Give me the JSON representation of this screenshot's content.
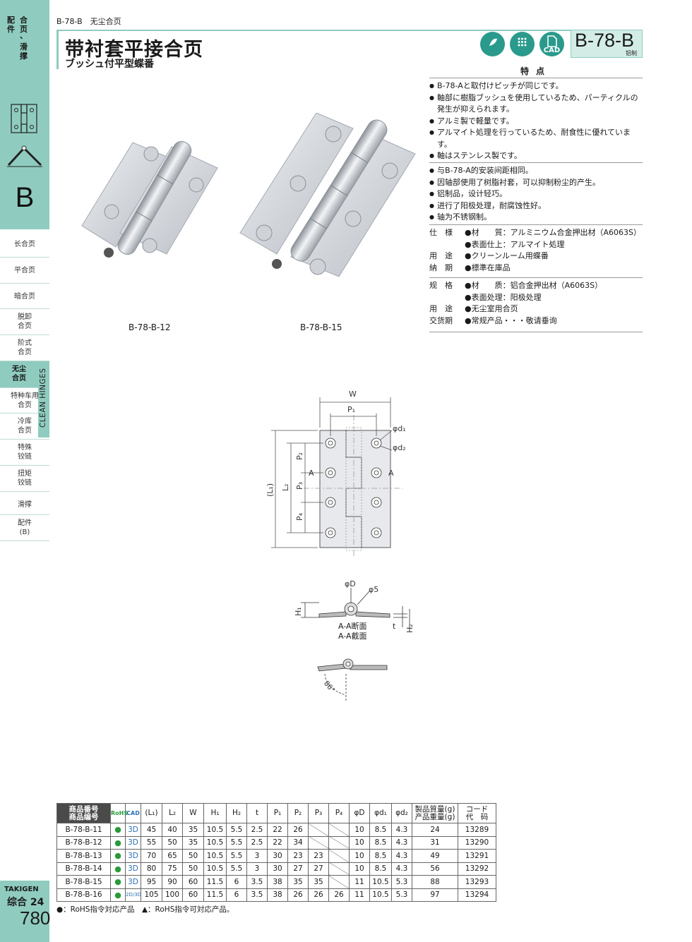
{
  "sidebar": {
    "category": [
      "配",
      "件",
      "合",
      "页",
      "、",
      "滑",
      "撑"
    ],
    "letter": "B",
    "items": [
      {
        "label": "长合页",
        "active": false
      },
      {
        "label": "平合页",
        "active": false
      },
      {
        "label": "暗合页",
        "active": false
      },
      {
        "label": "脱卸\n合页",
        "active": false
      },
      {
        "label": "阶式\n合页",
        "active": false
      },
      {
        "label": "无尘\n合页",
        "active": true
      },
      {
        "label": "特种车用\n合页",
        "active": false
      },
      {
        "label": "冷库\n合页",
        "active": false
      },
      {
        "label": "特殊\n铰链",
        "active": false
      },
      {
        "label": "扭矩\n铰链",
        "active": false
      },
      {
        "label": "滑撑",
        "active": false
      },
      {
        "label": "配件\n(B)",
        "active": false
      }
    ],
    "clean_hinges": "CLEAN HINGES",
    "takigen": "TAKIGEN",
    "zonghe": "综合 24",
    "page_number": "780",
    "accent_color": "#8fccbf"
  },
  "header": {
    "breadcrumb": "B-78-B　无尘合页",
    "title": "带衬套平接合页",
    "subtitle": "ブッシュ付平型蝶番",
    "badges": [
      {
        "icon": "rohs-icon",
        "label": "RoHS"
      },
      {
        "icon": "anti-dust-icon",
        "label": "抗粉尘"
      },
      {
        "icon": "cad-icon",
        "label": "CAD"
      }
    ],
    "model_code": "B-78-B",
    "model_material": "铝制"
  },
  "features": {
    "heading": "特点",
    "jp": [
      "B-78-Aと取付けピッチが同じです。",
      "軸部に樹脂ブッシュを使用しているため、パーティクルの発生が抑えられます。",
      "アルミ製で軽量です。",
      "アルマイト処理を行っているため、耐食性に優れています。",
      "軸はステンレス製です。"
    ],
    "cn": [
      "与B-78-A的安装间距相同。",
      "因轴部使用了树脂衬套，可以抑制粉尘的产生。",
      "铝制品，设计轻巧。",
      "进行了阳极处理，耐腐蚀性好。",
      "轴为不锈钢制。"
    ]
  },
  "spec_jp": [
    {
      "key": "仕　様",
      "val": "●材　　質：アルミニウム合金押出材（A6063S）"
    },
    {
      "key": "",
      "val": "●表面仕上：アルマイト処理"
    },
    {
      "key": "用　途",
      "val": "●クリーンルーム用蝶番"
    },
    {
      "key": "納　期",
      "val": "●標準在庫品"
    }
  ],
  "spec_cn": [
    {
      "key": "规　格",
      "val": "●材　　质：铝合金押出材（A6063S）"
    },
    {
      "key": "",
      "val": "●表面处理：阳极处理"
    },
    {
      "key": "用　途",
      "val": "●无尘室用合页"
    },
    {
      "key": "交货期",
      "val": "●常规产品・・・敬请垂询"
    }
  ],
  "products": [
    {
      "label": "B-78-B-12"
    },
    {
      "label": "B-78-B-15"
    }
  ],
  "drawing": {
    "W": "W",
    "P1": "P₁",
    "d1": "φd₁",
    "d2": "φd₂",
    "P2": "P₂",
    "P3": "P₃",
    "P4": "P₄",
    "L1": "(L₁)",
    "L2": "L₂",
    "A": "A",
    "D": "φD",
    "phi5": "φ5",
    "H1": "H₁",
    "H2": "H₂",
    "t": "t",
    "section_jp": "A-A断面",
    "section_cn": "A-A截面",
    "angle": "86°"
  },
  "table": {
    "headers": [
      "商品番号\n商品编号",
      "RoHS",
      "CAD",
      "(L₁)",
      "L₂",
      "W",
      "H₁",
      "H₂",
      "t",
      "P₁",
      "P₂",
      "P₃",
      "P₄",
      "φD",
      "φd₁",
      "φd₂",
      "製品質量(g)\n产品重量(g)",
      "コード\n代　码"
    ],
    "rows": [
      [
        "B-78-B-11",
        "●",
        "3D",
        "45",
        "40",
        "35",
        "10.5",
        "5.5",
        "2.5",
        "22",
        "26",
        "",
        "",
        "10",
        "8.5",
        "4.3",
        "24",
        "13289"
      ],
      [
        "B-78-B-12",
        "●",
        "3D",
        "55",
        "50",
        "35",
        "10.5",
        "5.5",
        "2.5",
        "22",
        "34",
        "",
        "",
        "10",
        "8.5",
        "4.3",
        "31",
        "13290"
      ],
      [
        "B-78-B-13",
        "●",
        "3D",
        "70",
        "65",
        "50",
        "10.5",
        "5.5",
        "3",
        "30",
        "23",
        "23",
        "",
        "10",
        "8.5",
        "4.3",
        "49",
        "13291"
      ],
      [
        "B-78-B-14",
        "●",
        "3D",
        "80",
        "75",
        "50",
        "10.5",
        "5.5",
        "3",
        "30",
        "27",
        "27",
        "",
        "10",
        "8.5",
        "4.3",
        "56",
        "13292"
      ],
      [
        "B-78-B-15",
        "●",
        "3D",
        "95",
        "90",
        "60",
        "11.5",
        "6",
        "3.5",
        "38",
        "35",
        "35",
        "",
        "11",
        "10.5",
        "5.3",
        "88",
        "13293"
      ],
      [
        "B-78-B-16",
        "●",
        "2D/3D",
        "105",
        "100",
        "60",
        "11.5",
        "6",
        "3.5",
        "38",
        "26",
        "26",
        "26",
        "11",
        "10.5",
        "5.3",
        "97",
        "13294"
      ]
    ],
    "note": "●：RoHS指令対応产品　▲：RoHS指令可対応产品。"
  }
}
